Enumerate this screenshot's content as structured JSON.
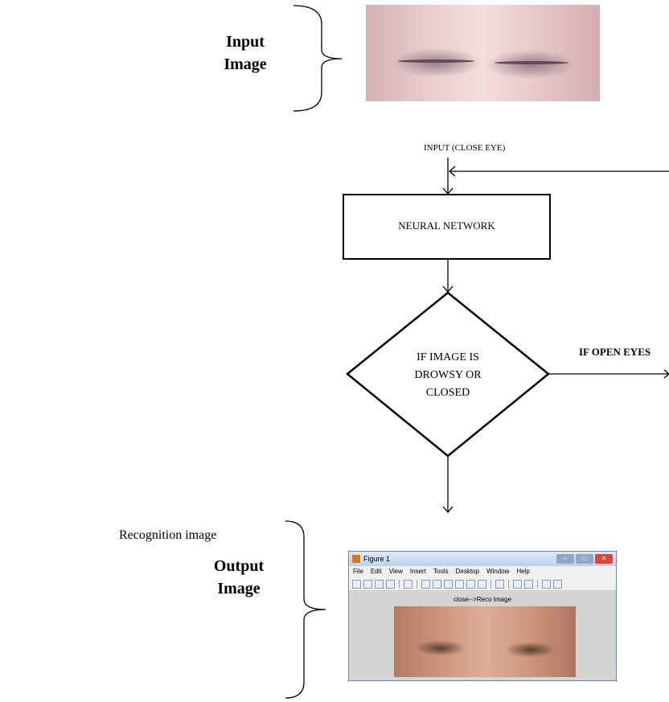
{
  "input_label": [
    "Input",
    "Image"
  ],
  "output_label": [
    "Output",
    "Image"
  ],
  "recognition_label": "Recognition image",
  "flow": {
    "input_node": "INPUT (CLOSE EYE)",
    "nn_node": "NEURAL NETWORK",
    "decision": [
      "IF IMAGE IS",
      "DROWSY OR",
      "CLOSED"
    ],
    "branch_label": "IF OPEN EYES"
  },
  "figure": {
    "title": "Figure 1",
    "menu": [
      "File",
      "Edit",
      "View",
      "Insert",
      "Tools",
      "Desktop",
      "Window",
      "Help"
    ],
    "caption": "close-->Reco Image"
  }
}
